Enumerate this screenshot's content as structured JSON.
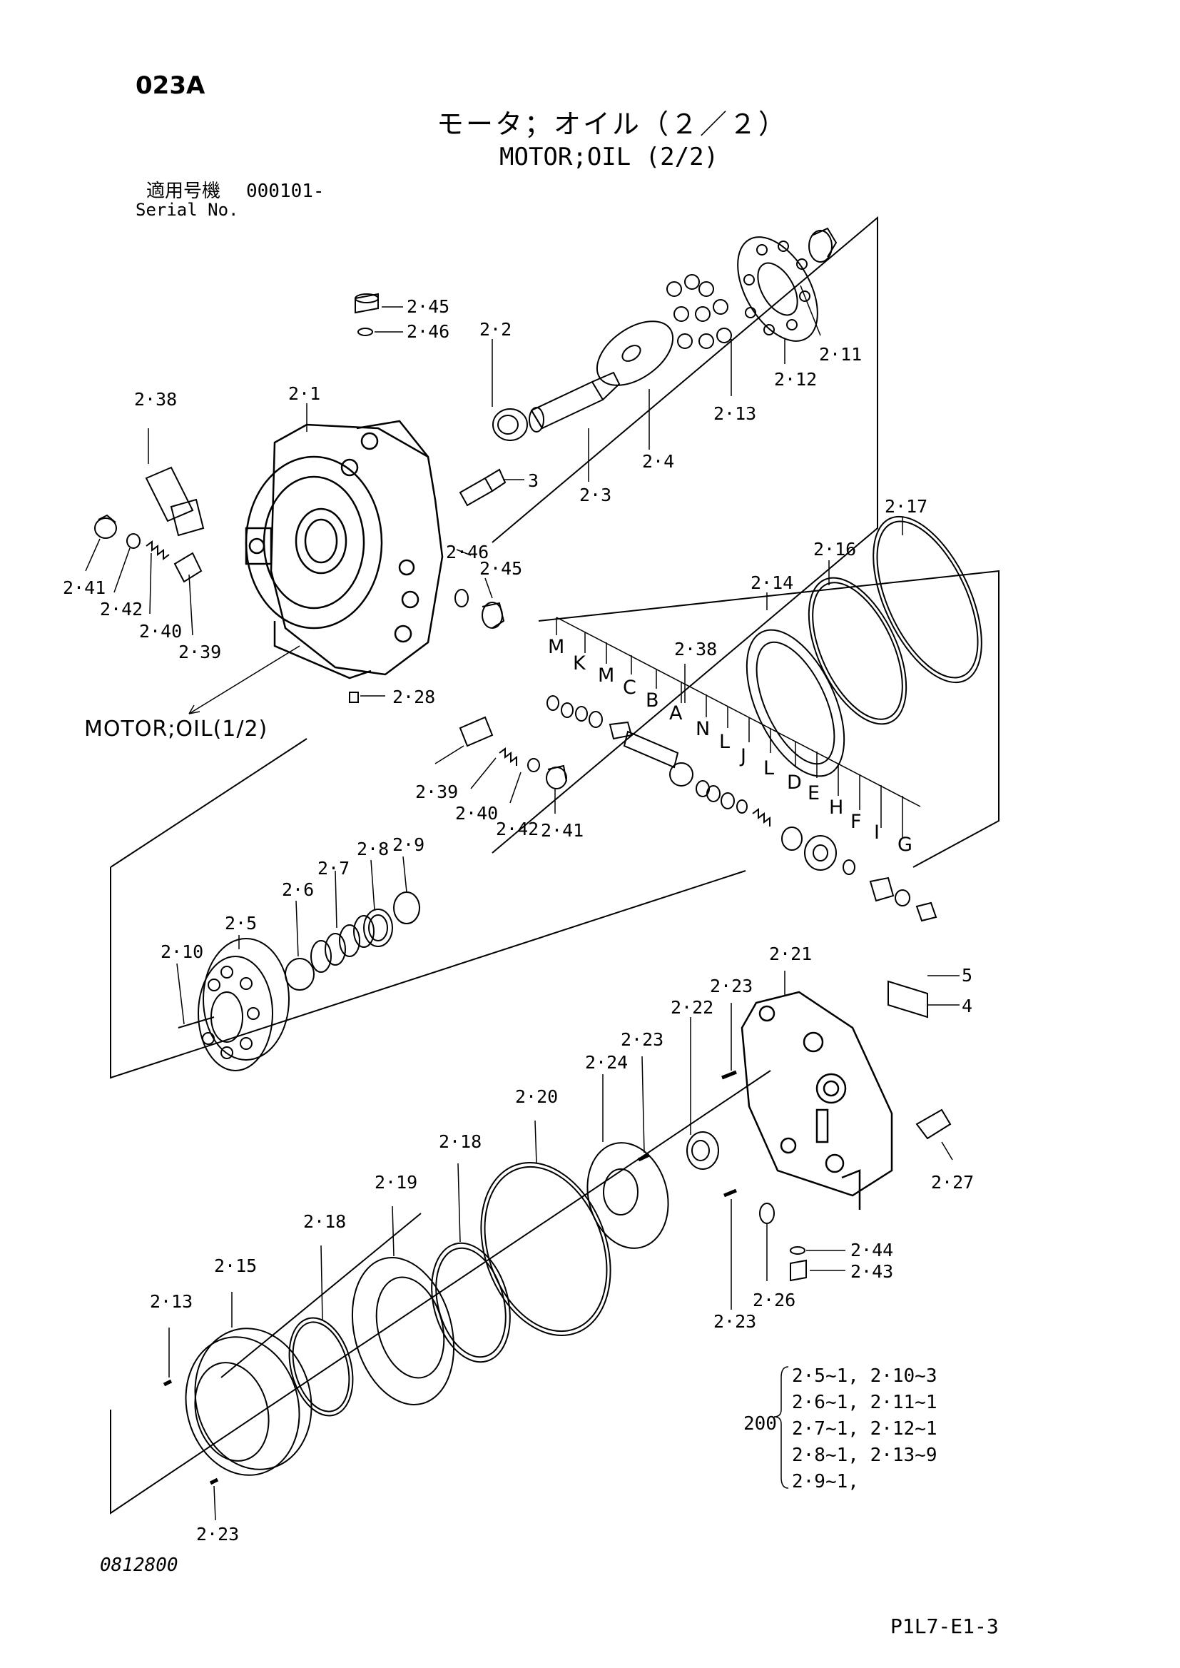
{
  "header": {
    "page_code": "023A",
    "title_jp": "モータ；オイル（２／２）",
    "title_en": "MOTOR;OIL (2/2)",
    "serial_label_jp": "適用号機",
    "serial_value": "000101-",
    "serial_label_en": "Serial No."
  },
  "reference_label": "MOTOR;OIL(1/2)",
  "part_labels": [
    "2·45",
    "2·46",
    "2·2",
    "2·11",
    "2·12",
    "2·13",
    "2·38",
    "2·1",
    "3",
    "2·4",
    "2·3",
    "2·17",
    "2·16",
    "2·14",
    "2·46",
    "2·45",
    "2·41",
    "2·42",
    "2·40",
    "2·39",
    "2·38",
    "2·28",
    "2·39",
    "2·40",
    "2·42",
    "2·41",
    "2·9",
    "2·8",
    "2·7",
    "2·6",
    "2·5",
    "2·10",
    "2·21",
    "5",
    "4",
    "2·23",
    "2·22",
    "2·23",
    "2·24",
    "2·20",
    "2·18",
    "2·19",
    "2·18",
    "2·27",
    "2·44",
    "2·43",
    "2·26",
    "2·23",
    "2·15",
    "2·13",
    "2·23"
  ],
  "letter_labels": [
    "M",
    "K",
    "M",
    "C",
    "B",
    "A",
    "N",
    "L",
    "J",
    "L",
    "D",
    "E",
    "H",
    "F",
    "I",
    "G"
  ],
  "kit_note": {
    "prefix": "200",
    "rows": [
      "2·5~1, 2·10~3",
      "2·6~1, 2·11~1",
      "2·7~1, 2·12~1",
      "2·8~1, 2·13~9",
      "2·9~1,"
    ]
  },
  "footer": {
    "drawing_number": "0812800",
    "sheet_code": "P1L7-E1-3"
  }
}
